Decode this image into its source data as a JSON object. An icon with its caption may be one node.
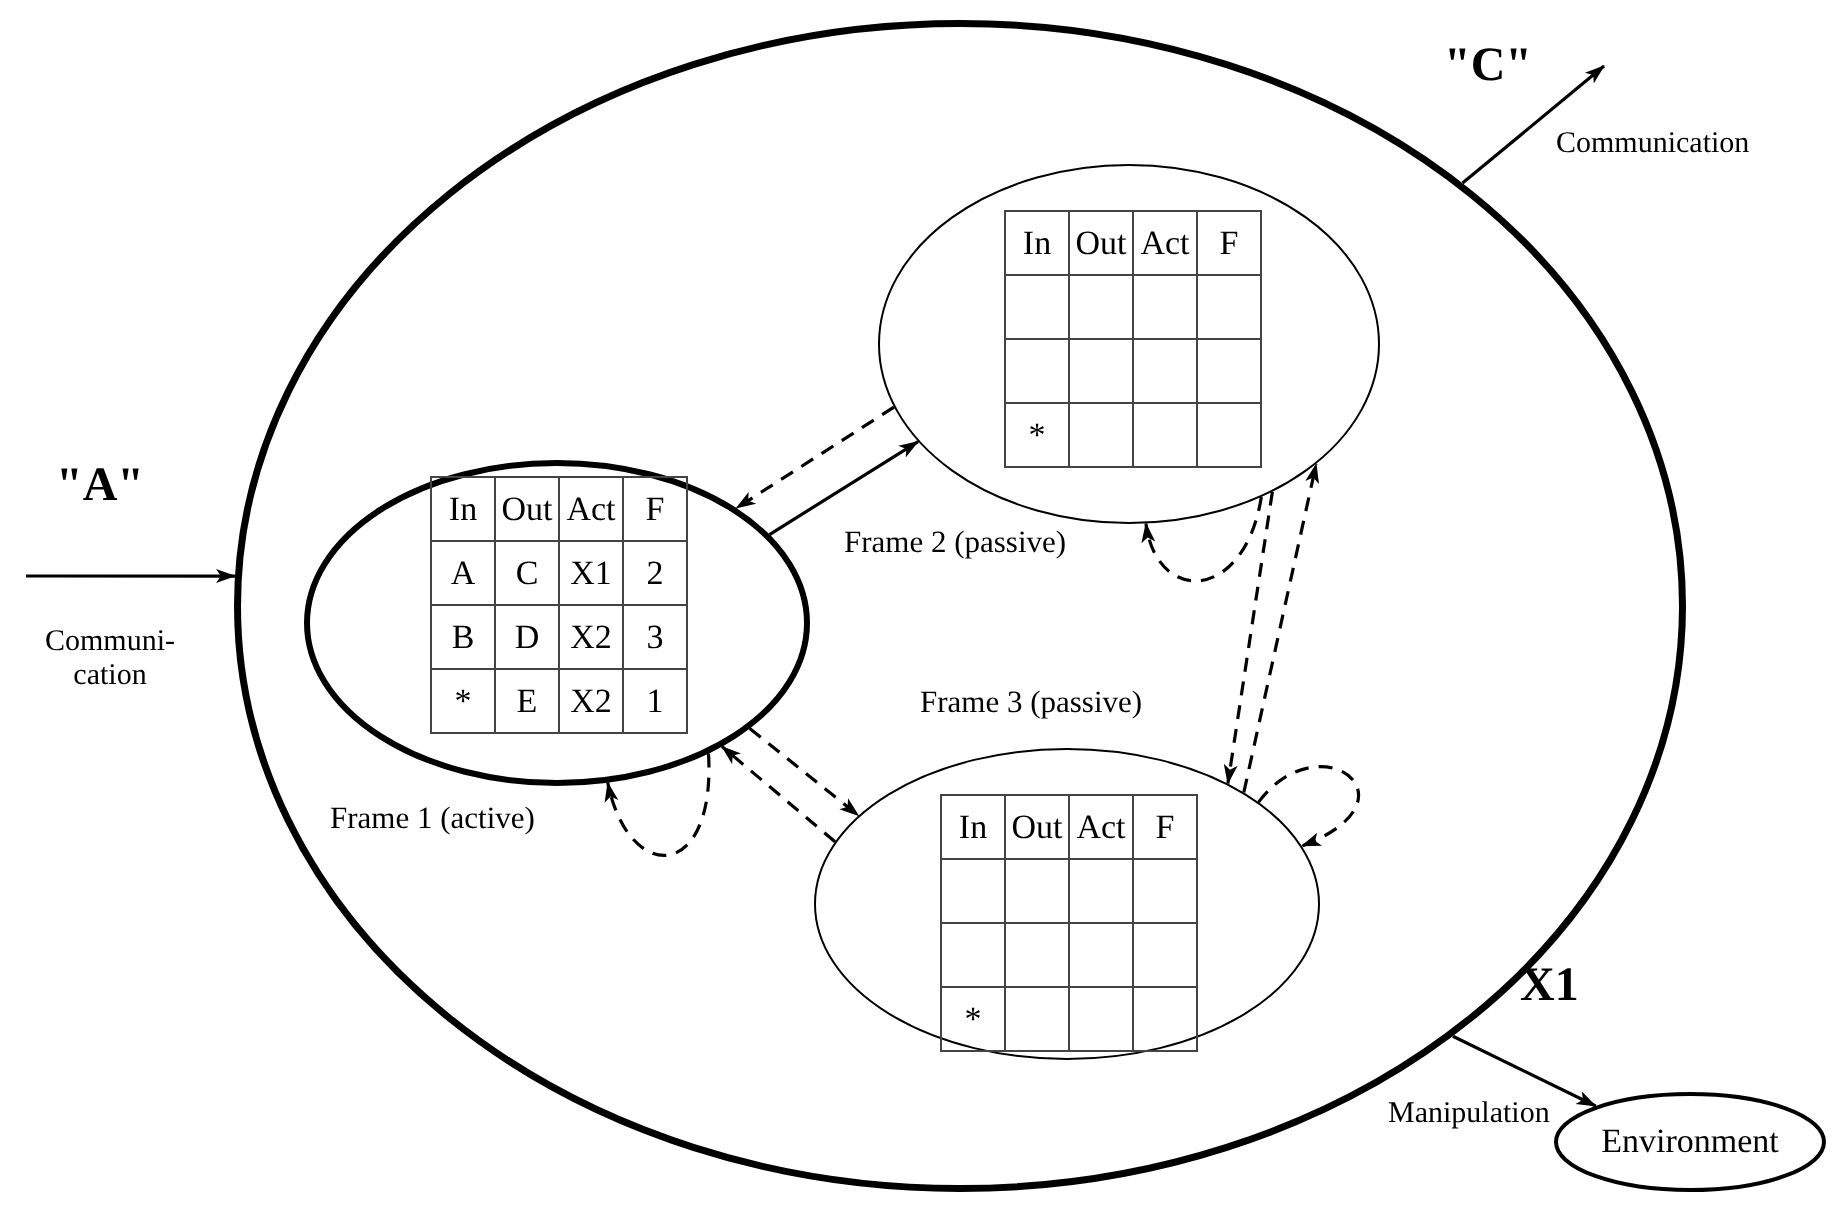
{
  "diagram": {
    "nodes": [
      {
        "text": [],
        "shape": "circle"
      },
      {
        "text": [
          "In",
          "Out",
          "Act",
          "F",
          "A",
          "C",
          "X1",
          "2",
          "B",
          "D",
          "X2",
          "3",
          "*",
          "E",
          "X2",
          "1"
        ],
        "in": 0,
        "beside": [
          "Frame 1 (active)"
        ]
      },
      {
        "text": [
          "In",
          "Out",
          "Act",
          "F",
          "*"
        ],
        "in": 0,
        "beside": [
          "Frame 2 (passive)"
        ]
      },
      {
        "text": [
          "In",
          "Out",
          "Act",
          "F",
          "*"
        ],
        "in": 0,
        "beside": [
          "Frame 3 (passive)"
        ]
      },
      {
        "text": [
          "Environment"
        ]
      }
    ],
    "edges": [
      {
        "from": null,
        "to": 0,
        "arrow": "to",
        "label": "Communi- cation"
      },
      {
        "from": 0,
        "to": null,
        "arrow": "to",
        "label": "Communication"
      },
      {
        "from": 0,
        "to": 4,
        "arrow": "to",
        "label": "Manipulation"
      },
      {
        "from": 1,
        "to": 2,
        "arrow": "to"
      },
      {
        "from": 2,
        "to": 1,
        "arrow": "to",
        "style": "dashed"
      },
      {
        "from": 1,
        "to": 1,
        "arrow": "to",
        "style": "dashed"
      },
      {
        "from": 3,
        "to": 1,
        "arrow": "to",
        "style": "dashed"
      },
      {
        "from": 1,
        "to": 3,
        "arrow": "to",
        "style": "dashed"
      },
      {
        "from": 2,
        "to": 2,
        "arrow": "to",
        "style": "dashed"
      },
      {
        "from": 2,
        "to": 3,
        "arrow": "to",
        "style": "dashed"
      },
      {
        "from": 3,
        "to": 2,
        "arrow": "to",
        "style": "dashed"
      },
      {
        "from": 3,
        "to": 3,
        "arrow": "to",
        "style": "dashed"
      }
    ],
    "labels": [
      "\"A\"",
      "\"C\"",
      "X1"
    ]
  }
}
